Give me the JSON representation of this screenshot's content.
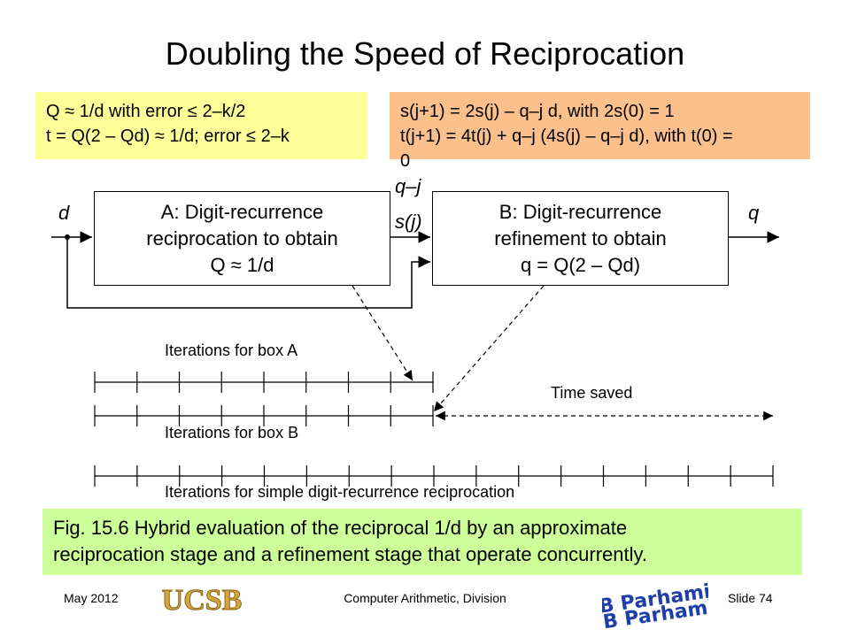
{
  "title": "Doubling the Speed of Reciprocation",
  "note_left": {
    "line1": "Q ≈ 1/d with error ≤ 2–k/2",
    "line2": "t = Q(2 – Qd) ≈ 1/d; error ≤ 2–k"
  },
  "note_right": {
    "line1": "s(j+1) = 2s(j) – q–j d,          with 2s(0) = 1",
    "line2": "t(j+1) = 4t(j) + q–j (4s(j) – q–j d), with t(0) =",
    "line3": "0"
  },
  "box_a": {
    "line1": "A: Digit-recurrence",
    "line2": "reciprocation to obtain",
    "line3": "Q ≈ 1/d"
  },
  "box_b": {
    "line1": "B: Digit-recurrence",
    "line2": "refinement to obtain",
    "line3": "q = Q(2 – Qd)"
  },
  "signals": {
    "input": "d",
    "output": "q",
    "digit": "q–j",
    "residual": "s(j)"
  },
  "timeline": {
    "label_a": "Iterations for box A",
    "label_b": "Iterations for box B",
    "label_simple": "Iterations for simple digit-recurrence reciprocation",
    "time_saved": "Time saved",
    "ticks_a": 9,
    "ticks_b": 9,
    "ticks_simple": 17
  },
  "caption": {
    "line1": "Fig. 15.6   Hybrid evaluation of the reciprocal 1/d by an approximate",
    "line2": "reciprocation stage and a refinement stage that operate concurrently."
  },
  "footer": {
    "date": "May 2012",
    "course": "Computer Arithmetic, Division",
    "slide": "Slide 74"
  },
  "logos": {
    "ucsb": "UCSB",
    "author": "B Parhami"
  },
  "colors": {
    "note_left_bg": "#ffff99",
    "note_right_bg": "#fcc08c",
    "caption_bg": "#ccff99",
    "logo_gold": "#d4a640",
    "logo_blue": "#1f3fa8"
  }
}
